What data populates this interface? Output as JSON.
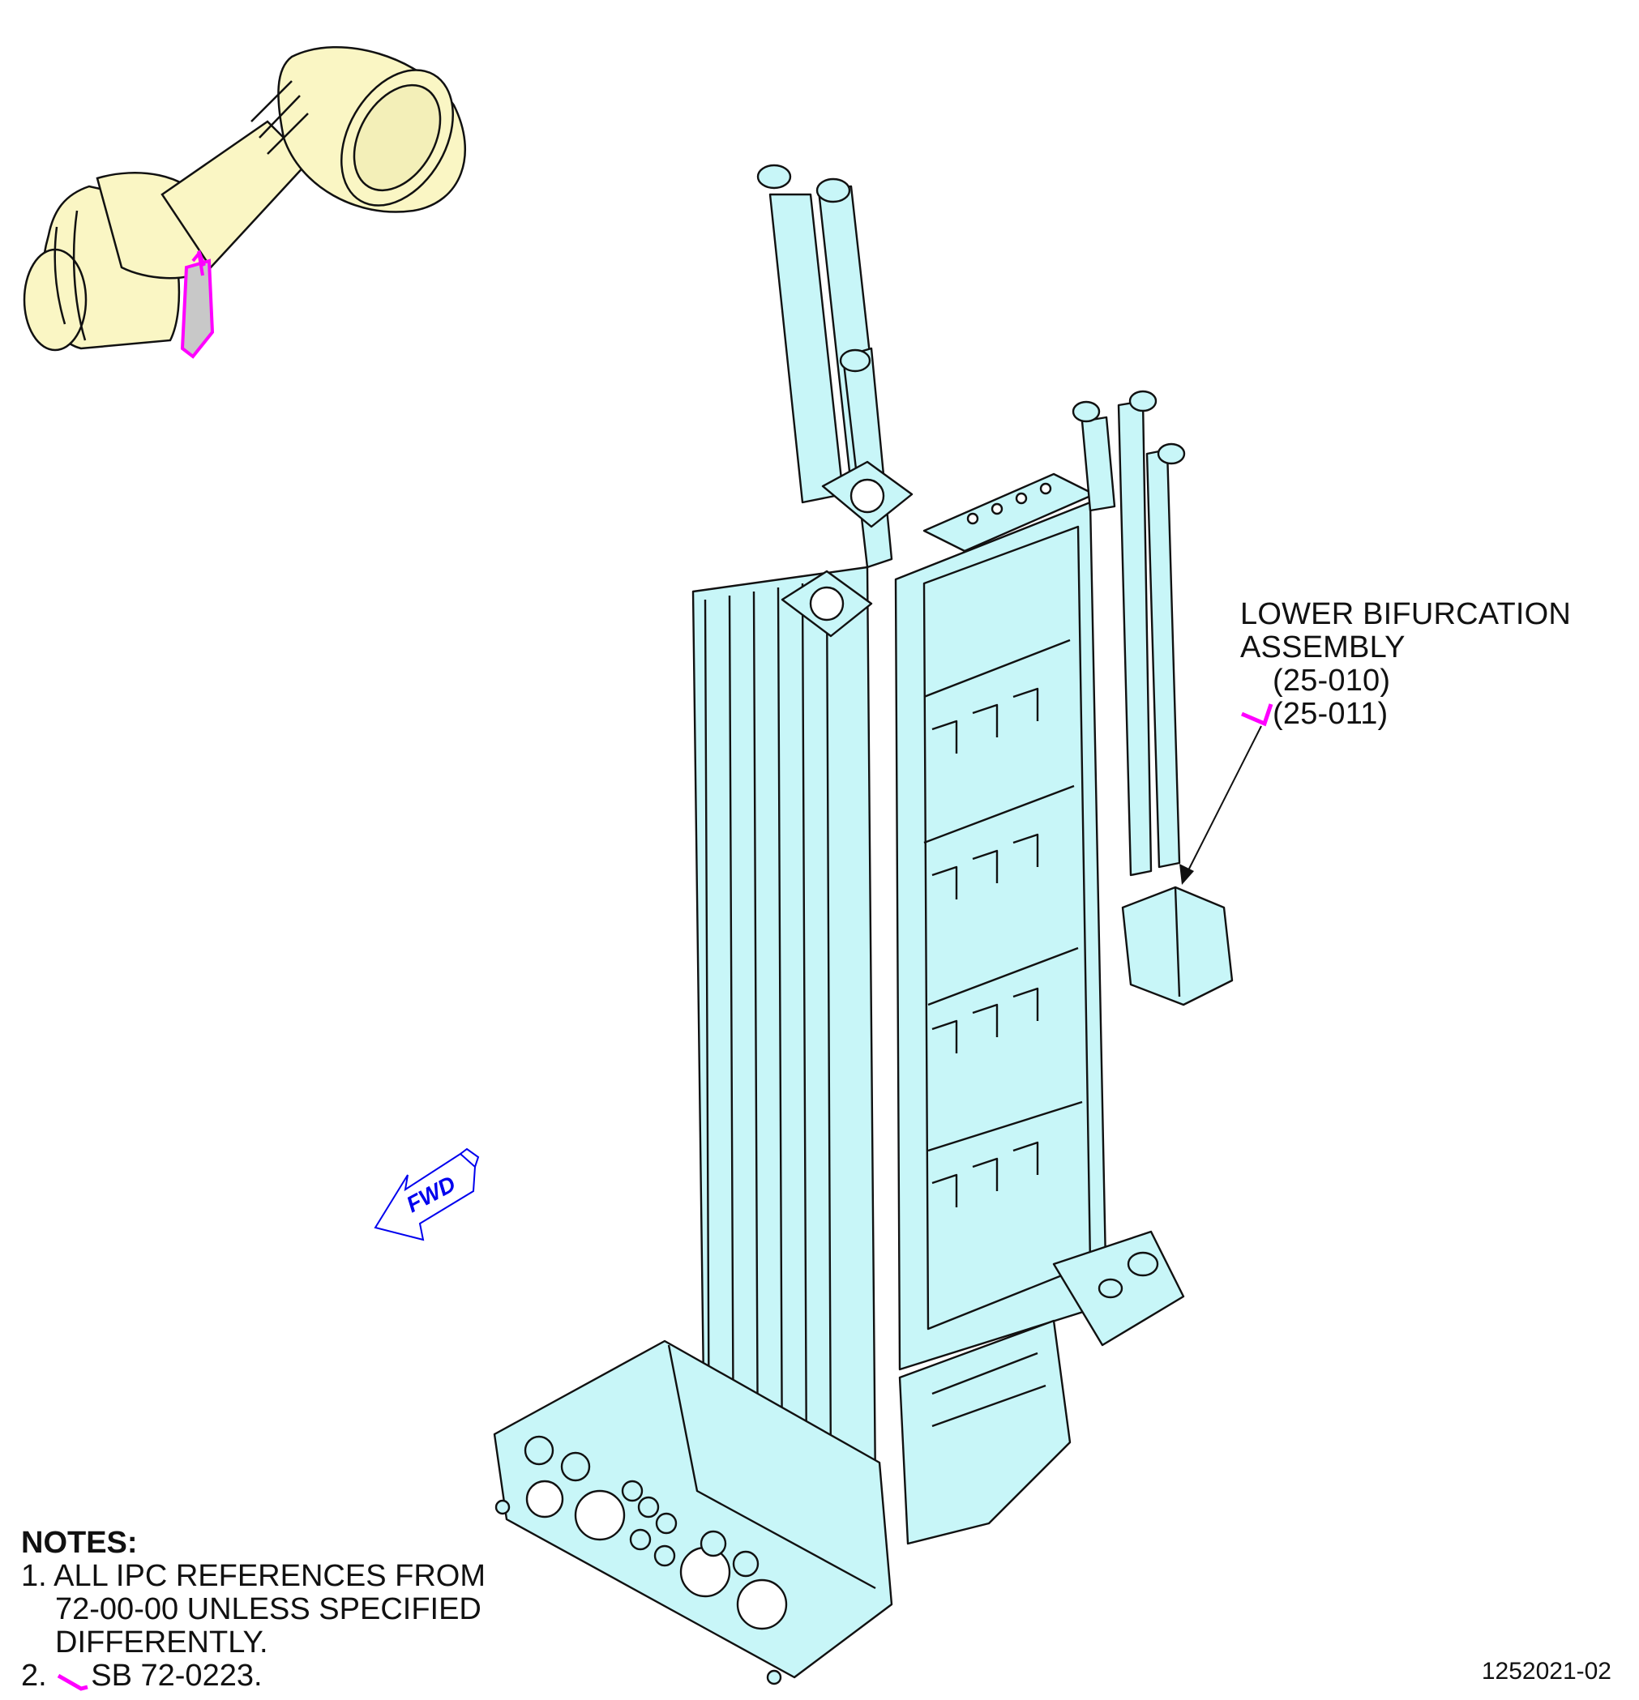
{
  "callout": {
    "line1": "LOWER BIFURCATION",
    "line2": "ASSEMBLY",
    "ref1": "(25-010)",
    "ref2": "(25-011)"
  },
  "notes": {
    "heading": "NOTES:",
    "item1_num": "1.",
    "item1_l1": "ALL IPC REFERENCES FROM",
    "item1_l2": "72-00-00 UNLESS SPECIFIED",
    "item1_l3": "DIFFERENTLY.",
    "item2_num": "2.",
    "item2_text": "SB 72-0223."
  },
  "fwd_label": "FWD",
  "figure_number": "1252021-02",
  "colors": {
    "assembly_fill": "#c8f6f8",
    "engine_fill": "#faf6c4",
    "highlight": "#ff00ff",
    "fwd_arrow": "#0000ee",
    "line": "#111111"
  }
}
